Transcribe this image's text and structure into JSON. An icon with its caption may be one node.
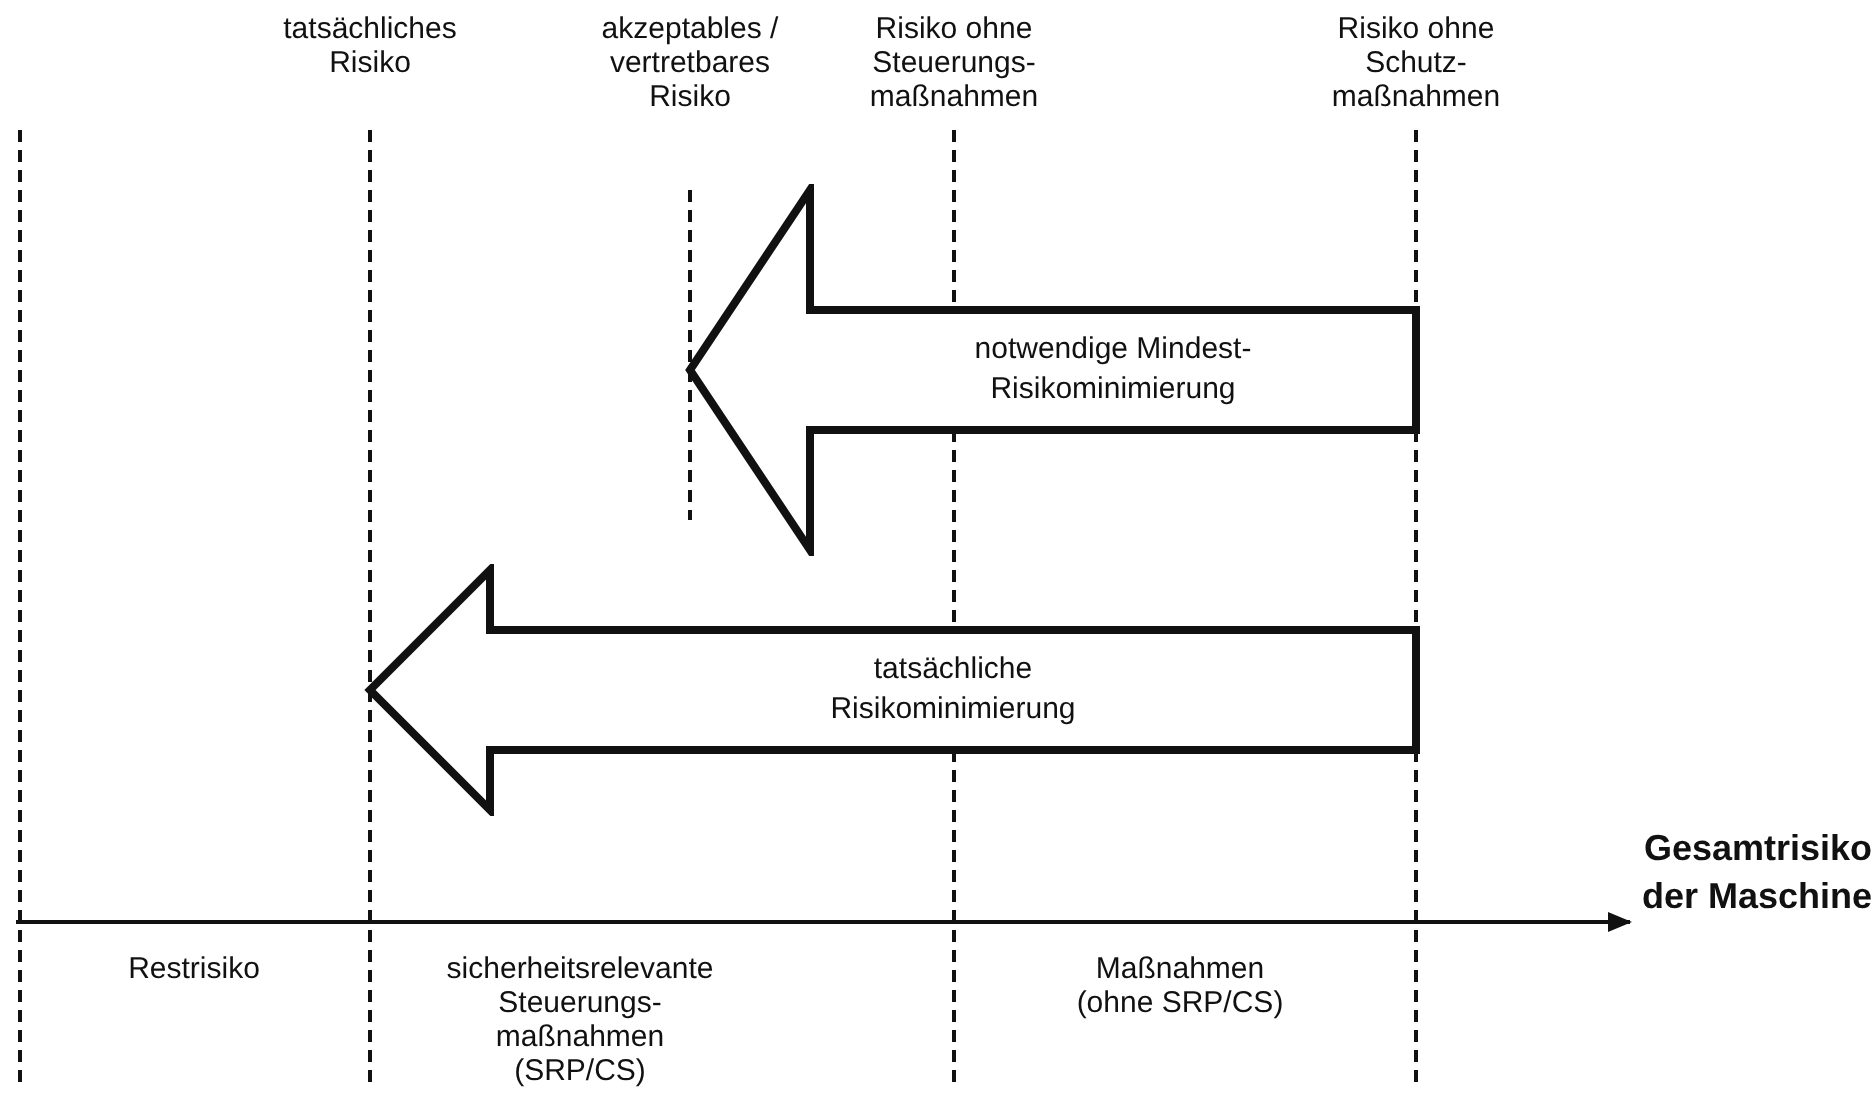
{
  "diagram": {
    "nodes": [
      {
        "text": [
          "notwendige Mindest-Risikominimierung"
        ]
      },
      {
        "text": [
          "tatsächliche Risikominimierung"
        ]
      }
    ],
    "labels": [
      "tatsächliches Risiko",
      "akzeptables / vertretbares Risiko",
      "Risiko ohne Steuerungs- maßnahmen",
      "Risiko ohne Schutz- maßnahmen",
      "Gesamtrisiko der Maschine",
      "Restrisiko",
      "sicherheitsrelevante Steuerungs- maßnahmen (SRP/CS)",
      "Maßnahmen (ohne SRP/CS)"
    ]
  }
}
